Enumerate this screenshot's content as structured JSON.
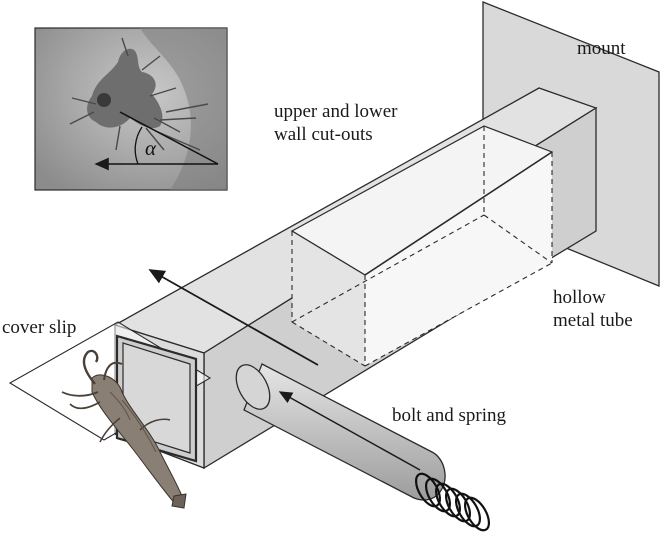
{
  "labels": {
    "mount": "mount",
    "wall_cutouts_line1": "upper and lower",
    "wall_cutouts_line2": "wall cut-outs",
    "hollow_tube_line1": "hollow",
    "hollow_tube_line2": "metal tube",
    "cover_slip": "cover slip",
    "bolt_spring": "bolt and spring",
    "angle_symbol": "α"
  },
  "colors": {
    "tube_top": "#e2e2e2",
    "tube_front": "#cfcfcf",
    "mount": "#d9d9d9",
    "bolt": "#c4c4c4",
    "photo_background": "#a3a3a3",
    "specimen": "#7a7a7a",
    "outline": "#2b2b2b"
  },
  "icons": {
    "specimen": "crayfish-specimen-icon",
    "spring": "coil-spring-icon",
    "inset": "micrograph-inset"
  }
}
